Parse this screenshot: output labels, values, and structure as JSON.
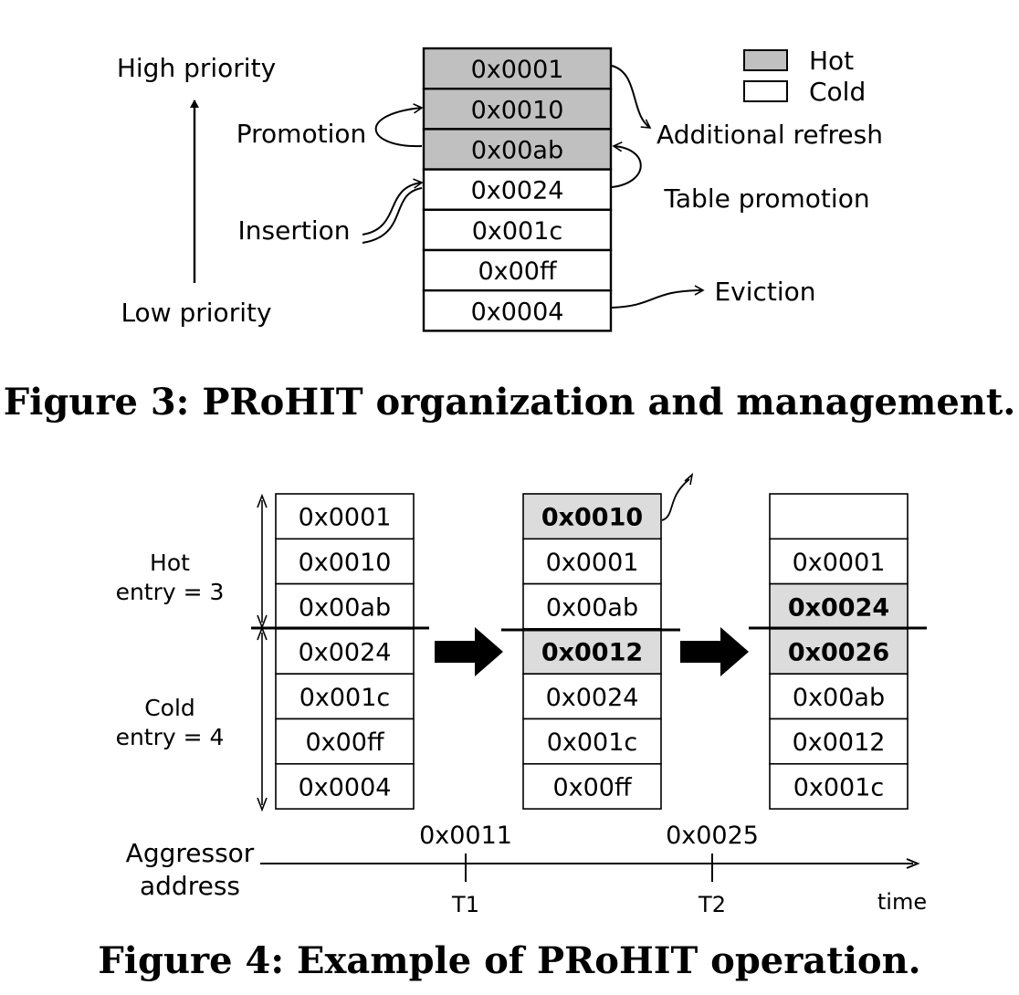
{
  "figure3": {
    "caption": "Figure 3: PRoHIT organization and management.",
    "high_label": "High priority",
    "low_label": "Low priority",
    "promotion_label": "Promotion",
    "insertion_label": "Insertion",
    "additional_refresh_label": "Additional refresh",
    "table_promotion_label": "Table promotion",
    "eviction_label": "Eviction",
    "legend": [
      {
        "label": "Hot",
        "color": "#c0c0c0"
      },
      {
        "label": "Cold",
        "color": "#ffffff"
      }
    ],
    "entries": [
      {
        "addr": "0x0001",
        "hot": true
      },
      {
        "addr": "0x0010",
        "hot": true
      },
      {
        "addr": "0x00ab",
        "hot": true
      },
      {
        "addr": "0x0024",
        "hot": false
      },
      {
        "addr": "0x001c",
        "hot": false
      },
      {
        "addr": "0x00ff",
        "hot": false
      },
      {
        "addr": "0x0004",
        "hot": false
      }
    ]
  },
  "figure4": {
    "caption": "Figure 4: Example of PRoHIT operation.",
    "hot_label_1": "Hot",
    "hot_label_2": "entry = 3",
    "cold_label_1": "Cold",
    "cold_label_2": "entry = 4",
    "aggressor_label_1": "Aggressor",
    "aggressor_label_2": "address",
    "time_label": "time",
    "events": [
      {
        "addr": "0x0011",
        "tick": "T1"
      },
      {
        "addr": "0x0025",
        "tick": "T2"
      }
    ],
    "tables": [
      [
        {
          "addr": "0x0001",
          "highlight": false
        },
        {
          "addr": "0x0010",
          "highlight": false
        },
        {
          "addr": "0x00ab",
          "highlight": false
        },
        {
          "addr": "0x0024",
          "highlight": false
        },
        {
          "addr": "0x001c",
          "highlight": false
        },
        {
          "addr": "0x00ff",
          "highlight": false
        },
        {
          "addr": "0x0004",
          "highlight": false
        }
      ],
      [
        {
          "addr": "0x0010",
          "highlight": true
        },
        {
          "addr": "0x0001",
          "highlight": false
        },
        {
          "addr": "0x00ab",
          "highlight": false
        },
        {
          "addr": "0x0012",
          "highlight": true
        },
        {
          "addr": "0x0024",
          "highlight": false
        },
        {
          "addr": "0x001c",
          "highlight": false
        },
        {
          "addr": "0x00ff",
          "highlight": false
        }
      ],
      [
        {
          "addr": "",
          "highlight": false
        },
        {
          "addr": "0x0001",
          "highlight": false
        },
        {
          "addr": "0x0024",
          "highlight": true
        },
        {
          "addr": "0x0026",
          "highlight": true
        },
        {
          "addr": "0x00ab",
          "highlight": false
        },
        {
          "addr": "0x0012",
          "highlight": false
        },
        {
          "addr": "0x001c",
          "highlight": false
        }
      ]
    ],
    "highlight_color": "#dcdcdc"
  }
}
